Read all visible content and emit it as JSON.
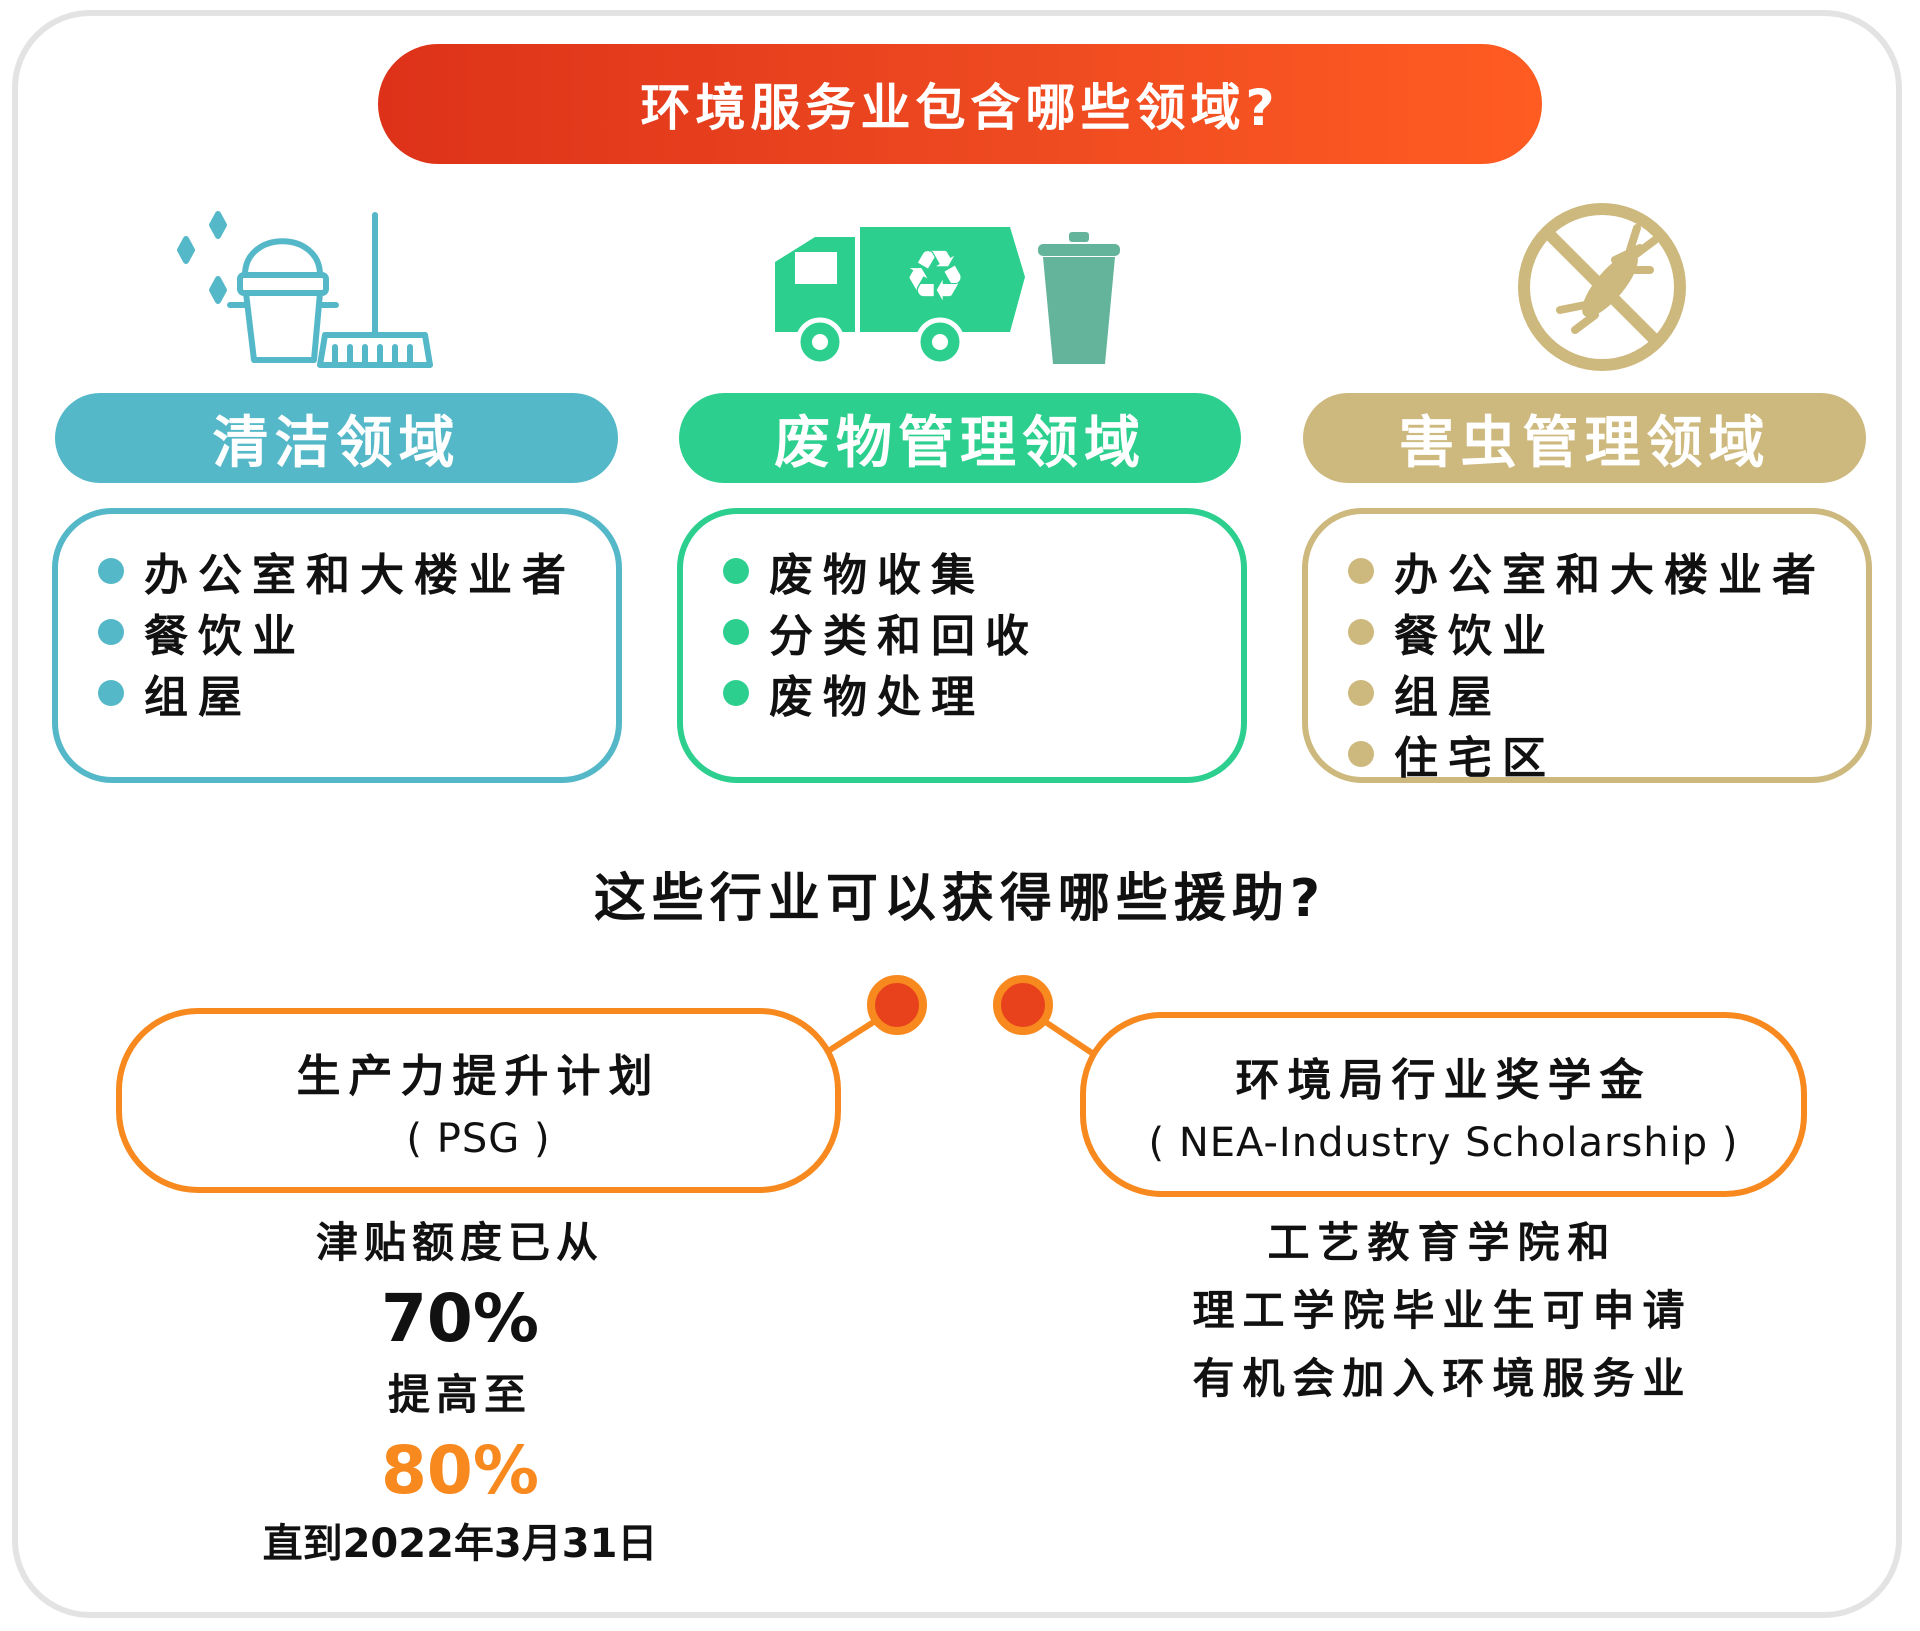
{
  "title": "环境服务业包含哪些领域?",
  "colors": {
    "banner": "#e63c1e",
    "cleaning": "#55b8c8",
    "waste": "#2ccf8e",
    "pest": "#cdb87e",
    "orange": "#f7891f",
    "red_dot": "#e8421c"
  },
  "sectors": [
    {
      "name": "清洁领域",
      "icon": "bucket-mop-icon",
      "items": [
        "办公室和大楼业者",
        "餐饮业",
        "组屋"
      ]
    },
    {
      "name": "废物管理领域",
      "icon": "recycling-truck-icon",
      "items": [
        "废物收集",
        "分类和回收",
        "废物处理"
      ]
    },
    {
      "name": "害虫管理领域",
      "icon": "no-pest-icon",
      "items": [
        "办公室和大楼业者",
        "餐饮业",
        "组屋",
        "住宅区"
      ]
    }
  ],
  "question": "这些行业可以获得哪些援助?",
  "schemes": {
    "psg": {
      "title": "生产力提升计划",
      "subtitle": "( PSG )",
      "details": [
        "津贴额度已从",
        "70%",
        "提高至",
        "80%",
        "直到2022年3月31日"
      ]
    },
    "nea": {
      "title": "环境局行业奖学金",
      "subtitle": "( NEA-Industry Scholarship )",
      "details": [
        "工艺教育学院和",
        "理工学院毕业生可申请",
        "有机会加入环境服务业"
      ]
    }
  }
}
